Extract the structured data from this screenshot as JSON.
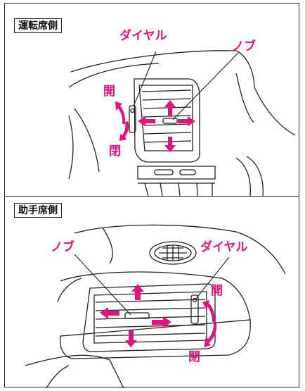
{
  "driver_section": {
    "title": "運転席側",
    "dial_label": "ダイヤル",
    "knob_label": "ノブ",
    "open_label": "開",
    "close_label": "閉"
  },
  "passenger_section": {
    "title": "助手席側",
    "dial_label": "ダイヤル",
    "knob_label": "ノブ",
    "open_label": "開",
    "close_label": "閉"
  },
  "colors": {
    "arrow": "#e0147e",
    "line": "#222222"
  }
}
